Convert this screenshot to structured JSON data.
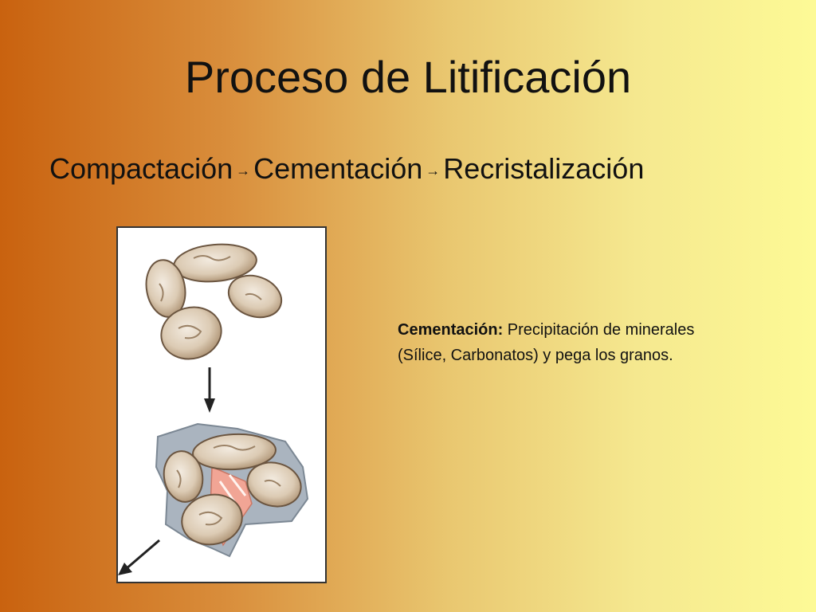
{
  "slide": {
    "title": "Proceso de Litificación",
    "process_steps": [
      "Compactación",
      "Cementación",
      "Recristalización"
    ],
    "arrow_icon": "right-arrow-icon",
    "description": {
      "term": "Cementación:",
      "text": " Precipitación de minerales (Sílice, Carbonatos) y pega los granos."
    },
    "colors": {
      "gradient_left": "#c9620f",
      "gradient_right": "#fdfa96",
      "grain": "#d8c6ae",
      "cement": "#aab4bf",
      "crystal": "#f1a595"
    }
  }
}
